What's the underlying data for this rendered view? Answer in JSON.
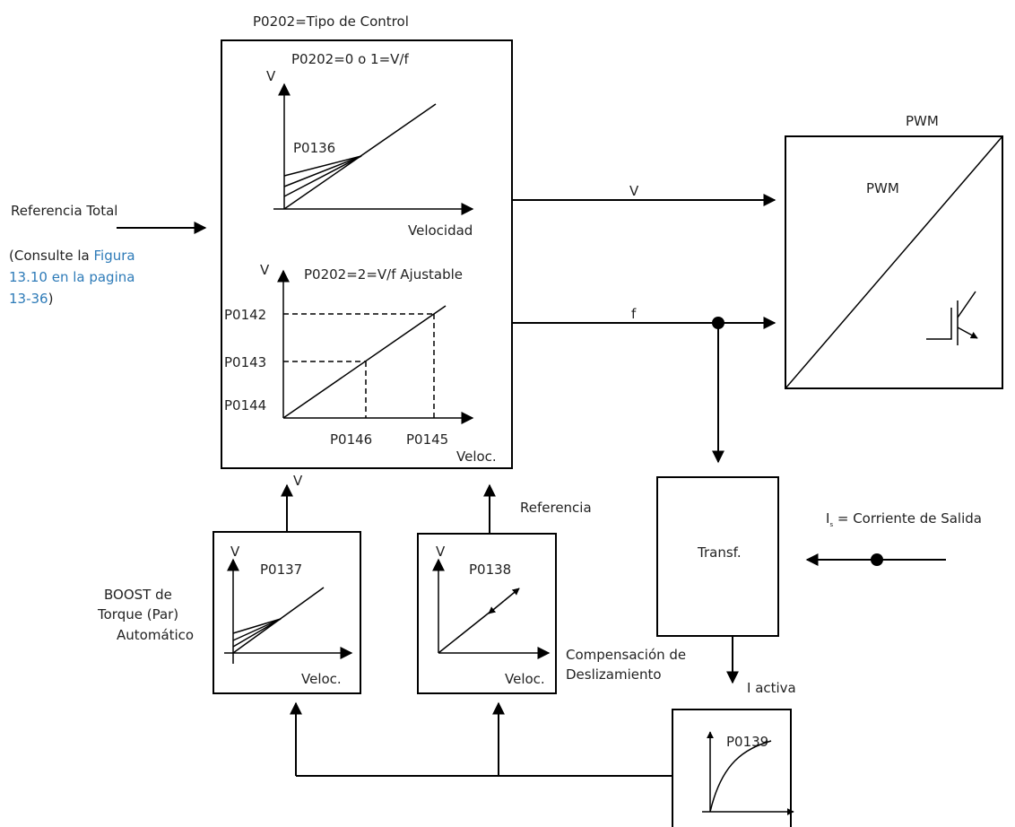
{
  "control_block": {
    "title": "P0202=Tipo de Control",
    "vf_title": "P0202=0 o 1=V/f",
    "vf_v": "V",
    "vf_param": "P0136",
    "vf_x": "Velocidad",
    "adj_v": "V",
    "adj_title": "P0202=2=V/f Ajustable",
    "y1": "P0142",
    "y2": "P0143",
    "y3": "P0144",
    "x1": "P0146",
    "x2": "P0145",
    "adj_x": "Veloc."
  },
  "reference_input": {
    "label": "Referencia Total",
    "note_prefix": "(Consulte la ",
    "note_link_1": "Figura",
    "note_link_2": "13.10 en la pagina",
    "note_link_3": "13-36",
    "note_suffix": ")"
  },
  "signals": {
    "v": "V",
    "f": "f",
    "v_up": "V",
    "referencia": "Referencia",
    "i_activa": "I activa"
  },
  "pwm": {
    "outer_label": "PWM",
    "inner_label": "PWM"
  },
  "transf": {
    "label": "Transf.",
    "is_label_main": "I",
    "is_label_sub": "s",
    "is_label_rest": " = Corriente de Salida"
  },
  "boost_block": {
    "side_1": "BOOST de",
    "side_2": "Torque (Par)",
    "side_3": "Automático",
    "v": "V",
    "param": "P0137",
    "x": "Veloc."
  },
  "slip_block": {
    "v": "V",
    "param": "P0138",
    "x": "Veloc.",
    "side_1": "Compensación de",
    "side_2": "Deslizamiento"
  },
  "filter_block": {
    "param": "P0139"
  }
}
